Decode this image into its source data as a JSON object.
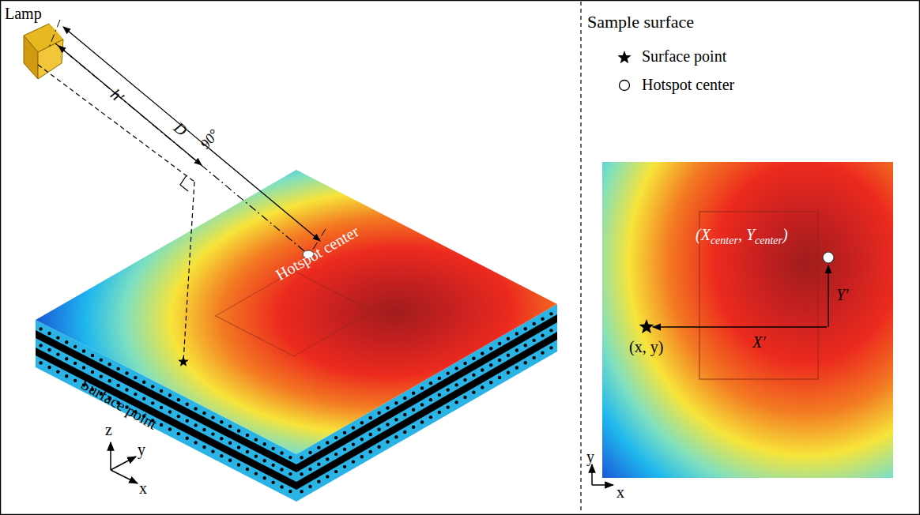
{
  "diagram": {
    "labels": [
      "Lamp",
      "h′",
      "D",
      "90°",
      "Hotspot center",
      "Surface point",
      "z",
      "y",
      "x",
      "Sample surface",
      "(X",
      "center",
      ", Y",
      "center",
      ")",
      "Y′",
      "X′",
      "(x, y)",
      "y",
      "x"
    ],
    "legend": [
      {
        "text": "Surface point"
      },
      {
        "text": "Hotspot center"
      }
    ]
  }
}
